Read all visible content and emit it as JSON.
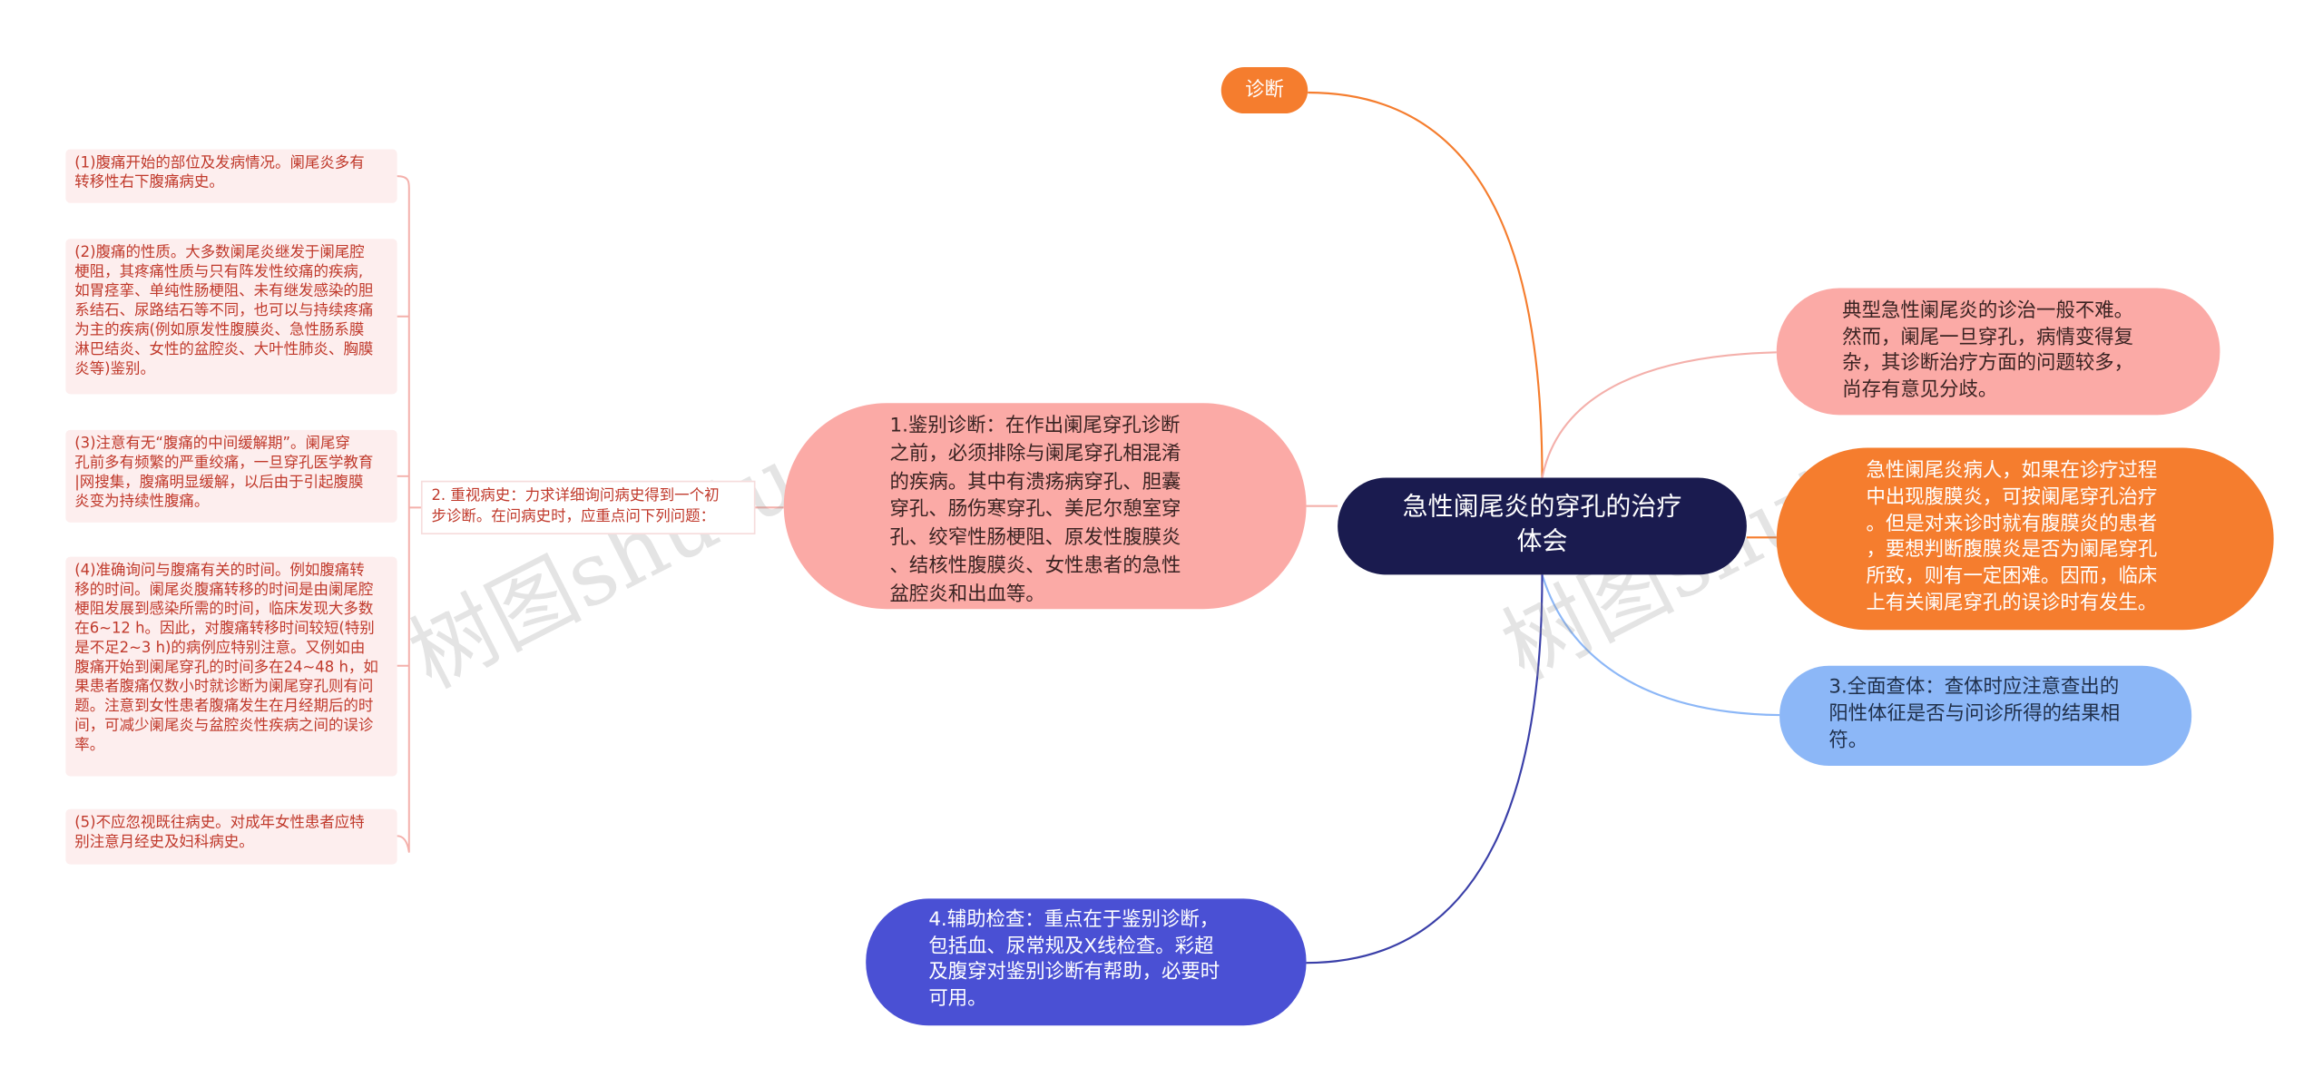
{
  "root": {
    "label": "急性阑尾炎的穿孔的治疗\n体会"
  },
  "branches": {
    "diagnosis": {
      "label": "诊断",
      "color": "#f57d2e"
    },
    "differential": {
      "label": "1.鉴别诊断：在作出阑尾穿孔诊断\n之前，必须排除与阑尾穿孔相混淆\n的疾病。其中有溃疡病穿孔、胆囊\n穿孔、肠伤寒穿孔、美尼尔憩室穿\n孔、绞窄性肠梗阻、原发性腹膜炎\n、结核性腹膜炎、女性患者的急性\n盆腔炎和出血等。",
      "color": "#fbaaa6"
    },
    "typical": {
      "label": "典型急性阑尾炎的诊治一般不难。\n然而，阑尾一旦穿孔，病情变得复\n杂，其诊断治疗方面的问题较多，\n尚存有意见分歧。",
      "color": "#fbaaa6"
    },
    "patients": {
      "label": "急性阑尾炎病人，如果在诊疗过程\n中出现腹膜炎，可按阑尾穿孔治疗\n。但是对来诊时就有腹膜炎的患者\n，要想判断腹膜炎是否为阑尾穿孔\n所致，则有一定困难。因而，临床\n上有关阑尾穿孔的误诊时有发生。",
      "color": "#f57d2e"
    },
    "exam": {
      "label": "3.全面查体：查体时应注意查出的\n阳性体征是否与问诊所得的结果相\n符。",
      "color": "#8cb7f7"
    },
    "auxiliary": {
      "label": "4.辅助检查：重点在于鉴别诊断，\n包括血、尿常规及X线检查。彩超\n及腹穿对鉴别诊断有帮助，必要时\n可用。",
      "color": "#4a50d4"
    },
    "history": {
      "label": "2. 重视病史：力求详细询问病史得到一个初\n步诊断。在问病史时，应重点问下列问题：",
      "leaves": [
        "(1)腹痛开始的部位及发病情况。阑尾炎多有\n转移性右下腹痛病史。",
        "(2)腹痛的性质。大多数阑尾炎继发于阑尾腔\n梗阻，其疼痛性质与只有阵发性绞痛的疾病,\n如胃痉挛、单纯性肠梗阻、未有继发感染的胆\n系结石、尿路结石等不同，也可以与持续疼痛\n为主的疾病(例如原发性腹膜炎、急性肠系膜\n淋巴结炎、女性的盆腔炎、大叶性肺炎、胸膜\n炎等)鉴别。",
        "(3)注意有无“腹痛的中间缓解期”。阑尾穿\n孔前多有频繁的严重绞痛，一旦穿孔医学教育\n|网搜集，腹痛明显缓解，以后由于引起腹膜\n炎变为持续性腹痛。",
        "(4)准确询问与腹痛有关的时间。例如腹痛转\n移的时间。阑尾炎腹痛转移的时间是由阑尾腔\n梗阻发展到感染所需的时间，临床发现大多数\n在6~12 h。因此，对腹痛转移时间较短(特别\n是不足2~3 h)的病例应特别注意。又例如由\n腹痛开始到阑尾穿孔的时间多在24~48 h，如\n果患者腹痛仅数小时就诊断为阑尾穿孔则有问\n题。注意到女性患者腹痛发生在月经期后的时\n间，可减少阑尾炎与盆腔炎性疾病之间的误诊\n率。",
        "(5)不应忽视既往病史。对成年女性患者应特\n别注意月经史及妇科病史。"
      ]
    }
  },
  "watermarks": [
    "树图shutu.cn",
    "树图shutu"
  ]
}
